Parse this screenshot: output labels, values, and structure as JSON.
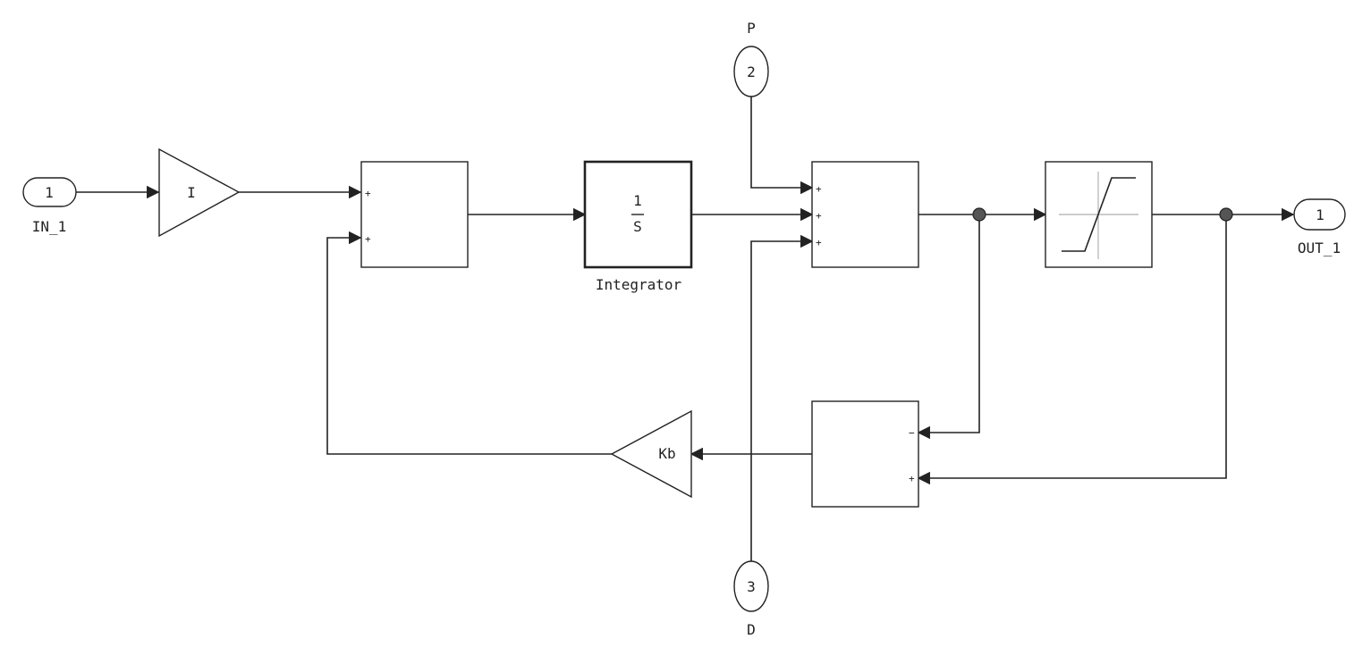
{
  "inport_in1": {
    "number": "1",
    "label": "IN_1"
  },
  "inport_p": {
    "number": "2",
    "label": "P"
  },
  "inport_d": {
    "number": "3",
    "label": "D"
  },
  "outport_out1": {
    "number": "1",
    "label": "OUT_1"
  },
  "gain_i": {
    "label": "I"
  },
  "gain_kb": {
    "label": "Kb"
  },
  "sum1": {
    "signs": [
      "+",
      "+"
    ]
  },
  "integrator": {
    "numerator": "1",
    "denominator": "S",
    "label": "Integrator"
  },
  "sum2": {
    "signs": [
      "+",
      "+",
      "+"
    ]
  },
  "sum3": {
    "signs": [
      "−",
      "+"
    ]
  },
  "saturation": {
    "icon": "saturation-icon"
  },
  "colors": {
    "line": "#222222",
    "junction": "#555555",
    "saturation_axes": "#bbbbbb"
  }
}
